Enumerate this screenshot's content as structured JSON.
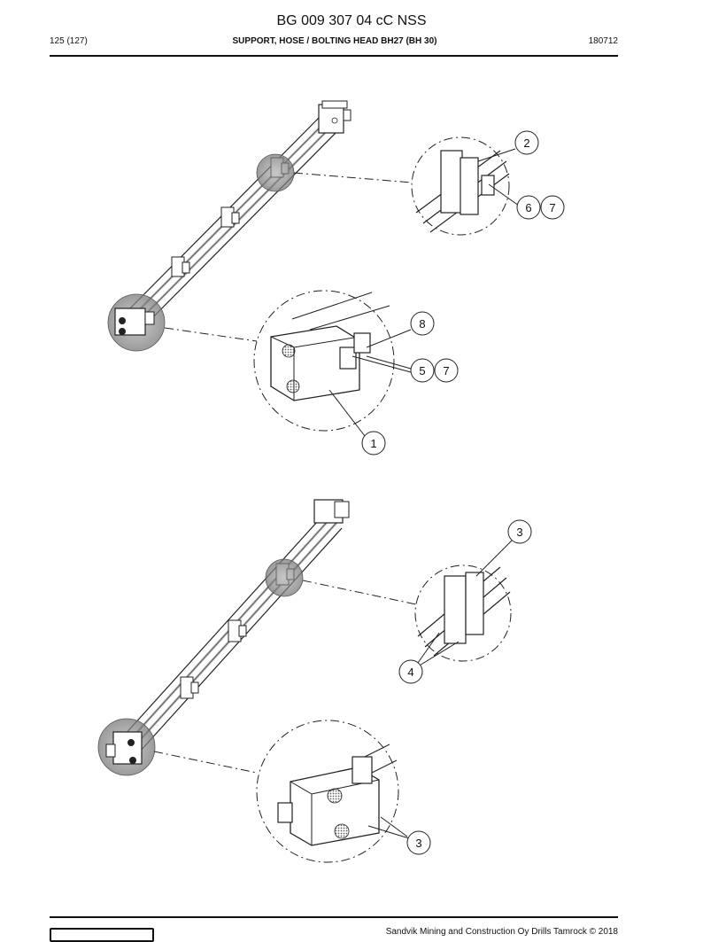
{
  "header": {
    "doc_code": "BG 009 307 04 cC NSS",
    "page": "125 (127)",
    "section_title": "SUPPORT, HOSE / BOLTING HEAD BH27 (BH 30)",
    "date_code": "180712"
  },
  "callouts": {
    "c2": "2",
    "c6": "6",
    "c7a": "7",
    "c8": "8",
    "c5": "5",
    "c7b": "7",
    "c1": "1",
    "c3a": "3",
    "c4": "4",
    "c3b": "3"
  },
  "footer": {
    "copyright": "Sandvik Mining and Construction Oy Drills Tamrock © 2018"
  }
}
